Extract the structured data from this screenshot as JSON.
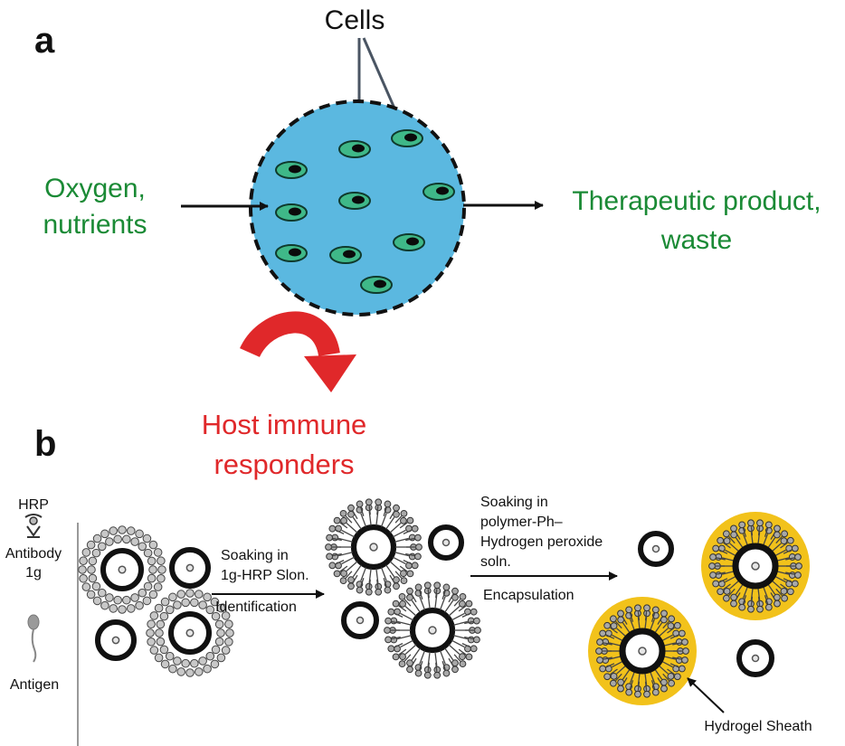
{
  "panel_a": {
    "label": "a",
    "cells_label": "Cells",
    "input_label_line1": "Oxygen,",
    "input_label_line2": "nutrients",
    "output_label_line1": "Therapeutic product,",
    "output_label_line2": "waste",
    "immune_label_line1": "Host immune",
    "immune_label_line2": "responders"
  },
  "panel_b": {
    "label": "b",
    "legend_hrp": "HRP",
    "legend_antibody_line1": "Antibody",
    "legend_antibody_line2": "1g",
    "legend_antigen": "Antigen",
    "step1_line1": "Soaking in",
    "step1_line2": "1g-HRP Slon.",
    "step1_caption": "Identification",
    "step2_line1": "Soaking in",
    "step2_line2": "polymer-Ph–",
    "step2_line3": "Hydrogen peroxide",
    "step2_line4": "soln.",
    "step2_caption": "Encapsulation",
    "sheath_label": "Hydrogel Sheath"
  },
  "colors": {
    "capsule_fill": "#5bb8e0",
    "cell_fill": "#3fb888",
    "green_text": "#1a8a35",
    "red_text": "#e0282a",
    "hydrogel_fill": "#f2c21b"
  }
}
